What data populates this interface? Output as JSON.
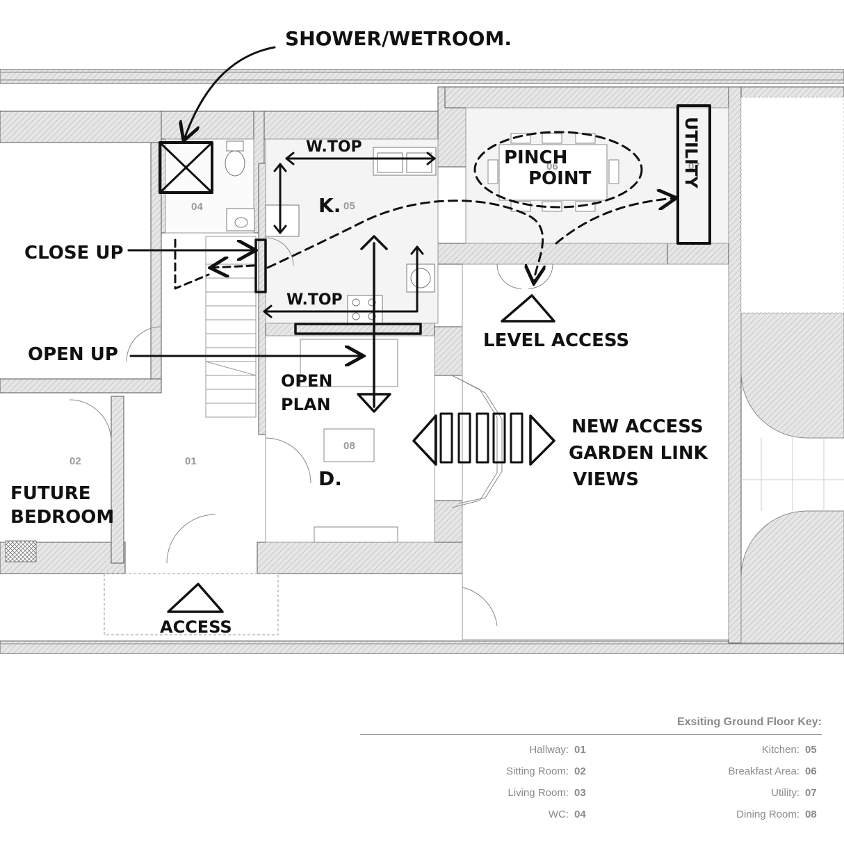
{
  "annotations": {
    "shower": "SHOWER/WETROOM.",
    "wtop_upper": "W.TOP",
    "wtop_lower": "W.TOP",
    "pinch_1": "PINCH",
    "pinch_2": "POINT",
    "utility": "UTILITY",
    "close_up": "CLOSE UP",
    "open_up": "OPEN UP",
    "open_plan_1": "OPEN",
    "open_plan_2": "PLAN",
    "kitchen_k": "K.",
    "dining_d": "D.",
    "level_access": "LEVEL ACCESS",
    "new_access_1": "NEW ACCESS",
    "new_access_2": "GARDEN LINK",
    "new_access_3": "VIEWS",
    "future_1": "FUTURE",
    "future_2": "BEDROOM",
    "access": "ACCESS"
  },
  "rooms": {
    "r01": "01",
    "r02": "02",
    "r04": "04",
    "r05": "05",
    "r06": "06",
    "r07": "07",
    "r08": "08"
  },
  "key": {
    "title": "Exsiting Ground Floor Key:",
    "left": [
      {
        "label": "Hallway:",
        "num": "01"
      },
      {
        "label": "Sitting Room:",
        "num": "02"
      },
      {
        "label": "Living Room:",
        "num": "03"
      },
      {
        "label": "WC:",
        "num": "04"
      }
    ],
    "right": [
      {
        "label": "Kitchen:",
        "num": "05"
      },
      {
        "label": "Breakfast Area:",
        "num": "06"
      },
      {
        "label": "Utility:",
        "num": "07"
      },
      {
        "label": "Dining Room:",
        "num": "08"
      }
    ]
  }
}
